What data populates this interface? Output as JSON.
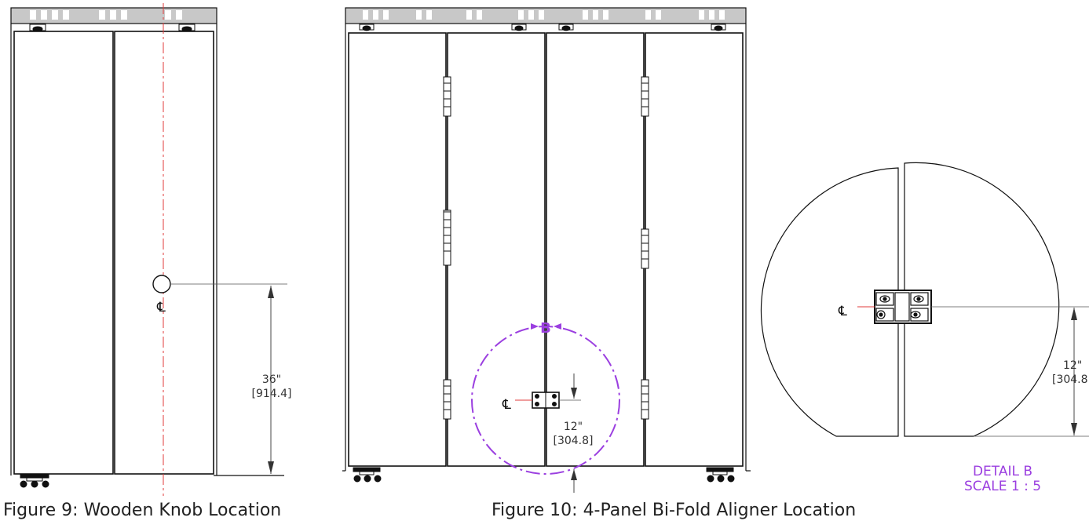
{
  "figure9": {
    "caption": "Figure 9: Wooden Knob Location",
    "centerline_mark": "℄",
    "dim_imperial": "36\"",
    "dim_metric": "[914.4]"
  },
  "figure10": {
    "caption": "Figure 10: 4-Panel Bi-Fold Aligner Location",
    "centerline_mark": "℄",
    "detail_letter": "B",
    "dim_imperial": "12\"",
    "dim_metric": "[304.8]"
  },
  "detail_b": {
    "centerline_mark": "℄",
    "dim_imperial": "12\"",
    "dim_metric": "[304.8",
    "title": "DETAIL B",
    "scale": "SCALE 1 : 5"
  },
  "colors": {
    "line": "#111111",
    "centerline": "#e23b3b",
    "detail": "#9b3fe0",
    "track": "#c8c8c8"
  }
}
